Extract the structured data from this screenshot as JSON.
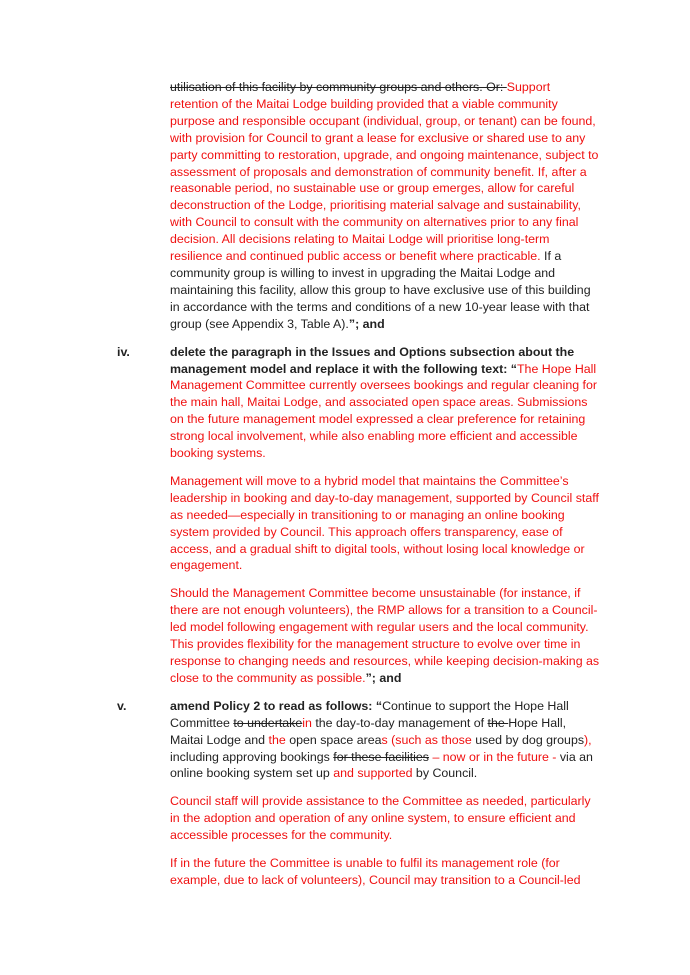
{
  "colors": {
    "inserted": "#f01010",
    "text": "#222222"
  },
  "intro": [
    [
      {
        "t": "utilisation of this facility by community groups and others. Or: ",
        "s": "del"
      },
      {
        "t": "Support retention of the Maitai Lodge building provided that a viable community purpose and responsible occupant (individual, group, or tenant) can be found, with provision for Council to grant a lease for exclusive or shared use to any party committing to restoration, upgrade, and ongoing maintenance, subject to assessment of proposals and demonstration of community benefit. If, after a reasonable period, no sustainable use or group emerges, allow for careful deconstruction of the Lodge, prioritising material salvage and sustainability, with Council to consult with the community on alternatives prior to any final decision. All decisions relating to Maitai Lodge will prioritise long-term resilience and continued public access or benefit where practicable.",
        "s": "ins"
      },
      {
        "t": " If a community group is willing to invest in upgrading the Maitai Lodge and maintaining this facility, allow this group to have exclusive use of this building in accordance with the terms and conditions of a new 10-year lease with that group (see Appendix 3, Table A).",
        "s": "n"
      },
      {
        "t": "”; and",
        "s": "b"
      }
    ]
  ],
  "items": [
    {
      "label": "iv.",
      "paragraphs": [
        [
          {
            "t": "delete the paragraph in the Issues and Options subsection about the management model and replace it with the following text: “",
            "s": "b"
          },
          {
            "t": "The Hope Hall Management Committee currently oversees bookings and regular cleaning for the main hall, Maitai Lodge, and associated open space areas. Submissions on the future management model expressed a clear preference for retaining strong local involvement, while also enabling more efficient and accessible booking systems.",
            "s": "ins"
          }
        ],
        [
          {
            "t": "Management will move to a hybrid model that maintains the Committee’s leadership in booking and day-to-day management, supported by Council staff as needed—especially in transitioning to or managing an online booking system provided by Council. This approach offers transparency, ease of access, and a gradual shift to digital tools, without losing local knowledge or engagement.",
            "s": "ins"
          }
        ],
        [
          {
            "t": "Should the Management Committee become unsustainable (for instance, if there are not enough volunteers), the RMP allows for a transition to a Council-led model following engagement with regular users and the local community. This provides flexibility for the management structure to evolve over time in response to changing needs and resources, while keeping decision-making as close to the community as possible.",
            "s": "ins"
          },
          {
            "t": "”; and",
            "s": "b"
          }
        ]
      ]
    },
    {
      "label": "v.",
      "paragraphs": [
        [
          {
            "t": "amend Policy 2 to read as follows: “",
            "s": "b"
          },
          {
            "t": "Continue to support the Hope Hall Committee ",
            "s": "n"
          },
          {
            "t": "to undertake",
            "s": "del"
          },
          {
            "t": "in",
            "s": "ins"
          },
          {
            "t": " the day-to-day management of ",
            "s": "n"
          },
          {
            "t": "the ",
            "s": "del"
          },
          {
            "t": "Hope Hall, Maitai Lodge and ",
            "s": "n"
          },
          {
            "t": "the",
            "s": "ins"
          },
          {
            "t": " open space area",
            "s": "n"
          },
          {
            "t": "s (such as those",
            "s": "ins"
          },
          {
            "t": " used by dog groups",
            "s": "n"
          },
          {
            "t": "),",
            "s": "ins"
          },
          {
            "t": " including approving bookings ",
            "s": "n"
          },
          {
            "t": "for these facilities",
            "s": "del"
          },
          {
            "t": " – now or in the future -",
            "s": "ins"
          },
          {
            "t": " via an online booking system set up ",
            "s": "n"
          },
          {
            "t": "and supported",
            "s": "ins"
          },
          {
            "t": " by Council.",
            "s": "n"
          }
        ],
        [
          {
            "t": "Council staff will provide assistance to the Committee as needed, particularly in the adoption and operation of any online system, to ensure efficient and accessible processes for the community.",
            "s": "ins"
          }
        ],
        [
          {
            "t": "If in the future the Committee is unable to fulfil its management role (for example, due to lack of volunteers), Council may transition to a Council-led",
            "s": "ins"
          }
        ]
      ]
    }
  ]
}
